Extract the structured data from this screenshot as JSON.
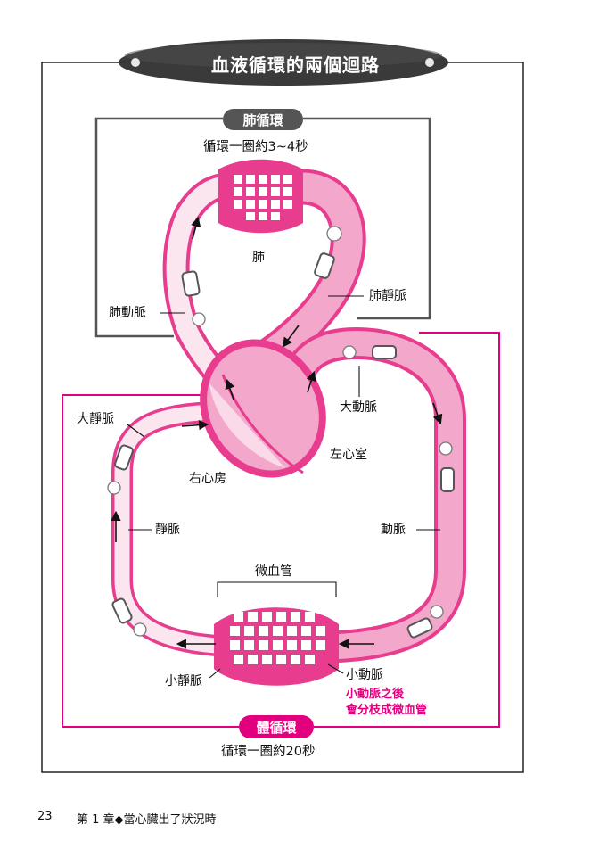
{
  "title": "血液循環的兩個迴路",
  "pulmonary": {
    "name": "肺循環",
    "duration": "循環一圈約3~4秒",
    "lung_label": "肺",
    "artery_label": "肺動脈",
    "vein_label": "肺靜脈"
  },
  "systemic": {
    "name": "體循環",
    "duration": "循環一圈約20秒",
    "aorta_label": "大動脈",
    "vena_cava_label": "大靜脈",
    "right_atrium_label": "右心房",
    "left_ventricle_label": "左心室",
    "vein_label": "靜脈",
    "artery_label": "動脈",
    "capillary_label": "微血管",
    "venule_label": "小靜脈",
    "arteriole_label": "小動脈",
    "arteriole_note_line1": "小動脈之後",
    "arteriole_note_line2": "會分枝成微血管"
  },
  "colors": {
    "vessel_pink": "#e83c8e",
    "vessel_fill_light": "#f7c9df",
    "vessel_fill_mid": "#f09ac3",
    "frame_gray": "#555555",
    "frame_pink": "#e3007f",
    "title_bg": "#3a3a3a"
  },
  "footer": {
    "page_number": "23",
    "chapter": "第 1 章◆當心臟出了狀況時"
  }
}
